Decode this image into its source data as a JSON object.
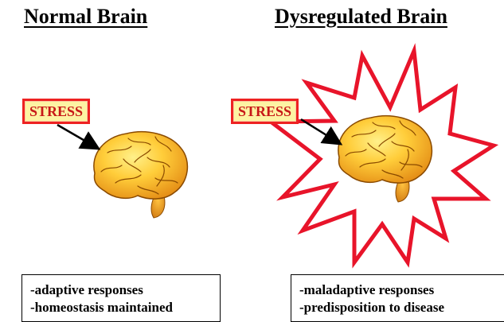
{
  "left_panel": {
    "title": "Normal Brain",
    "stress_label": "STRESS",
    "outcomes": [
      "-adaptive responses",
      "-homeostasis maintained"
    ]
  },
  "right_panel": {
    "title": "Dysregulated Brain",
    "stress_label": "STRESS",
    "outcomes": [
      "-maladaptive responses",
      "-predisposition to disease"
    ]
  },
  "colors": {
    "stress_fill": "#fdf3a3",
    "stress_border": "#e22222",
    "stress_text": "#c81818",
    "starburst_stroke": "#e8142a",
    "brain_light": "#ffd24a",
    "brain_dark": "#e38a14"
  }
}
